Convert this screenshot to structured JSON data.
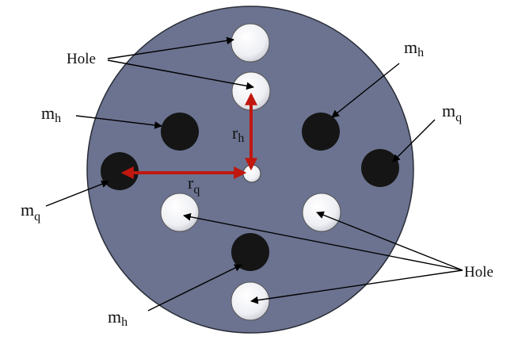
{
  "labels": {
    "hole_top": "Hole",
    "hole_bottom_right": "Hole",
    "m_h_left": "m",
    "m_h_left_sub": "h",
    "m_h_right": "m",
    "m_h_right_sub": "h",
    "m_h_bottom": "m",
    "m_h_bottom_sub": "h",
    "m_q_left": "m",
    "m_q_left_sub": "q",
    "m_q_right": "m",
    "m_q_right_sub": "q",
    "r_h": "r",
    "r_h_sub": "h",
    "r_q": "r",
    "r_q_sub": "q"
  },
  "colors": {
    "disk": "#6b7390",
    "disk_stroke": "#2a2d38",
    "mass": "#151515",
    "hole": "#f7f7fa",
    "radius_arrow": "#c0170f",
    "pointer": "#000000"
  }
}
